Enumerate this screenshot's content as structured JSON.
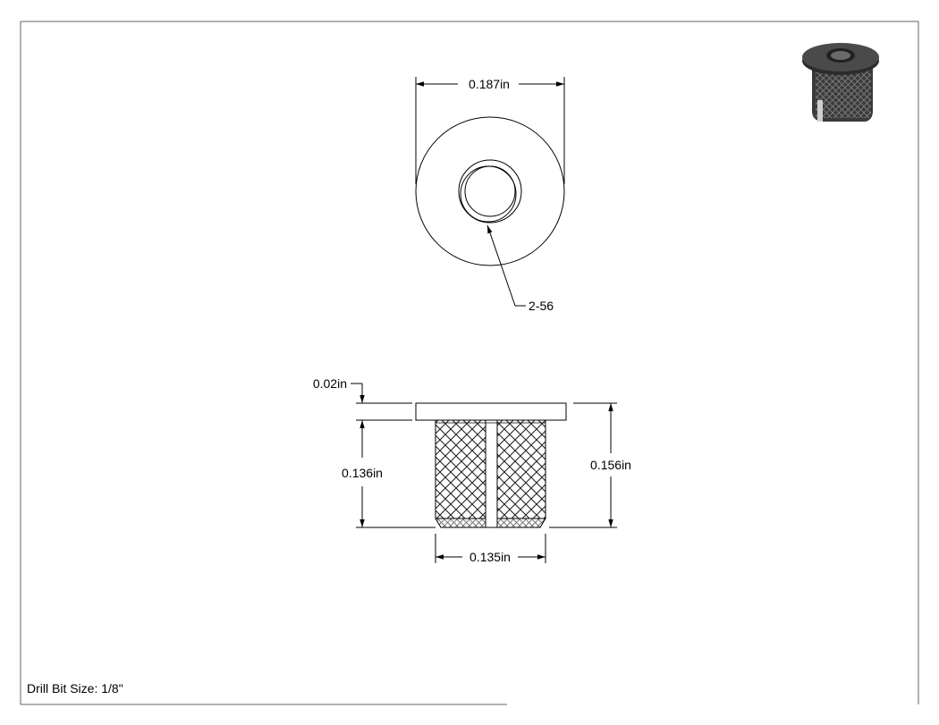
{
  "dimensions": {
    "top_width": "0.187in",
    "thread": "2-56",
    "flange_thickness": "0.02in",
    "body_height": "0.136in",
    "overall_height": "0.156in",
    "body_diameter": "0.135in"
  },
  "note": "Drill Bit Size: 1/8\""
}
